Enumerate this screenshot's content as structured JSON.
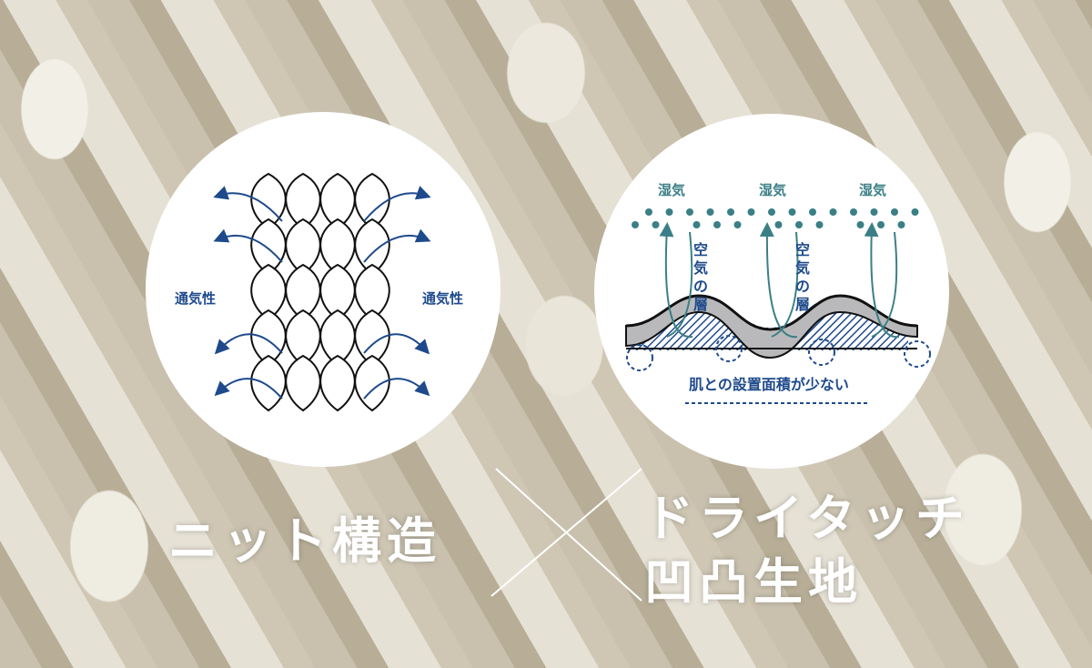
{
  "left_diagram": {
    "label_left": "通気性",
    "label_right": "通気性"
  },
  "right_diagram": {
    "moisture_labels": [
      "湿気",
      "湿気",
      "湿気"
    ],
    "air_layer_labels": [
      "空気の層",
      "空気の層"
    ],
    "caption": "肌との設置面積が少ない"
  },
  "headline": {
    "left": "ニット構造",
    "right_line1": "ドライタッチ",
    "right_line2": "凹凸生地"
  },
  "colors": {
    "navy": "#1e4a8c",
    "teal": "#3b7f86",
    "fabric_gray": "#b9b9bb"
  }
}
